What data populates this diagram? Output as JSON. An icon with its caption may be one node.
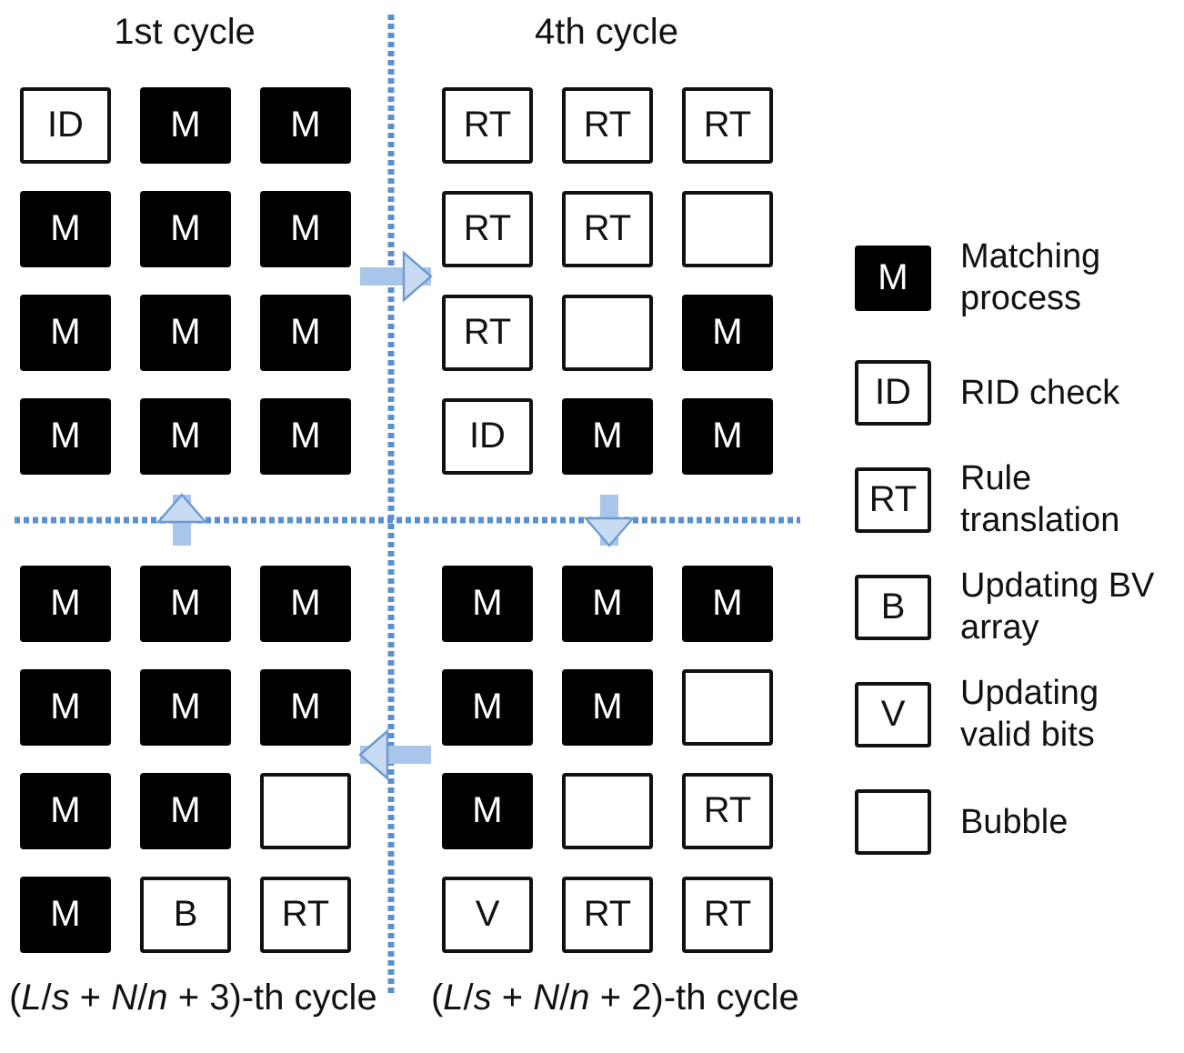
{
  "diagram": {
    "nodes": [
      {
        "text": [
          "1st cycle"
        ]
      },
      {
        "text": [
          "ID"
        ],
        "in": 0
      },
      {
        "text": [
          "M"
        ],
        "in": 0
      },
      {
        "text": [
          "M"
        ],
        "in": 0
      },
      {
        "text": [
          "M"
        ],
        "in": 0
      },
      {
        "text": [
          "M"
        ],
        "in": 0
      },
      {
        "text": [
          "M"
        ],
        "in": 0
      },
      {
        "text": [
          "M"
        ],
        "in": 0
      },
      {
        "text": [
          "M"
        ],
        "in": 0
      },
      {
        "text": [
          "M"
        ],
        "in": 0
      },
      {
        "text": [
          "M"
        ],
        "in": 0
      },
      {
        "text": [
          "M"
        ],
        "in": 0
      },
      {
        "text": [
          "M"
        ],
        "in": 0
      },
      {
        "text": [
          "4th cycle"
        ]
      },
      {
        "text": [
          "RT"
        ],
        "in": 13
      },
      {
        "text": [
          "RT"
        ],
        "in": 13
      },
      {
        "text": [
          "RT"
        ],
        "in": 13
      },
      {
        "text": [
          "RT"
        ],
        "in": 13
      },
      {
        "text": [
          "RT"
        ],
        "in": 13
      },
      {
        "text": [],
        "shape": "box",
        "in": 13
      },
      {
        "text": [
          "RT"
        ],
        "in": 13
      },
      {
        "text": [],
        "shape": "box",
        "in": 13
      },
      {
        "text": [
          "M"
        ],
        "in": 13
      },
      {
        "text": [
          "ID"
        ],
        "in": 13
      },
      {
        "text": [
          "M"
        ],
        "in": 13
      },
      {
        "text": [
          "M"
        ],
        "in": 13
      },
      {
        "text": [
          "(*L*/*s* + *N*/*n* + 3)-th cycle"
        ]
      },
      {
        "text": [
          "M"
        ],
        "in": 26
      },
      {
        "text": [
          "M"
        ],
        "in": 26
      },
      {
        "text": [
          "M"
        ],
        "in": 26
      },
      {
        "text": [
          "M"
        ],
        "in": 26
      },
      {
        "text": [
          "M"
        ],
        "in": 26
      },
      {
        "text": [
          "M"
        ],
        "in": 26
      },
      {
        "text": [
          "M"
        ],
        "in": 26
      },
      {
        "text": [
          "M"
        ],
        "in": 26
      },
      {
        "text": [],
        "shape": "box",
        "in": 26
      },
      {
        "text": [
          "M"
        ],
        "in": 26
      },
      {
        "text": [
          "B"
        ],
        "in": 26
      },
      {
        "text": [
          "RT"
        ],
        "in": 26
      },
      {
        "text": [
          "(*L*/*s* + *N*/*n* + 2)-th cycle"
        ]
      },
      {
        "text": [
          "M"
        ],
        "in": 39
      },
      {
        "text": [
          "M"
        ],
        "in": 39
      },
      {
        "text": [
          "M"
        ],
        "in": 39
      },
      {
        "text": [
          "M"
        ],
        "in": 39
      },
      {
        "text": [
          "M"
        ],
        "in": 39
      },
      {
        "text": [],
        "shape": "box",
        "in": 39
      },
      {
        "text": [
          "M"
        ],
        "in": 39
      },
      {
        "text": [],
        "shape": "box",
        "in": 39
      },
      {
        "text": [
          "RT"
        ],
        "in": 39
      },
      {
        "text": [
          "V"
        ],
        "in": 39
      },
      {
        "text": [
          "RT"
        ],
        "in": 39
      },
      {
        "text": [
          "RT"
        ],
        "in": 39
      },
      {
        "text": [
          "M"
        ],
        "beside": [
          "Matching process"
        ]
      },
      {
        "text": [
          "ID"
        ],
        "beside": [
          "RID check"
        ]
      },
      {
        "text": [
          "RT"
        ],
        "beside": [
          "Rule translation"
        ]
      },
      {
        "text": [
          "B"
        ],
        "beside": [
          "Updating BV array"
        ]
      },
      {
        "text": [
          "V"
        ],
        "beside": [
          "Updating valid bits"
        ]
      },
      {
        "text": [],
        "shape": "box",
        "beside": [
          "Bubble"
        ]
      }
    ],
    "edges": [
      {
        "from": 0,
        "to": 13,
        "arrow": "to"
      },
      {
        "from": 13,
        "to": 39,
        "arrow": "to"
      },
      {
        "from": 39,
        "to": 26,
        "arrow": "to"
      },
      {
        "from": 26,
        "to": 0,
        "arrow": "to"
      }
    ]
  }
}
